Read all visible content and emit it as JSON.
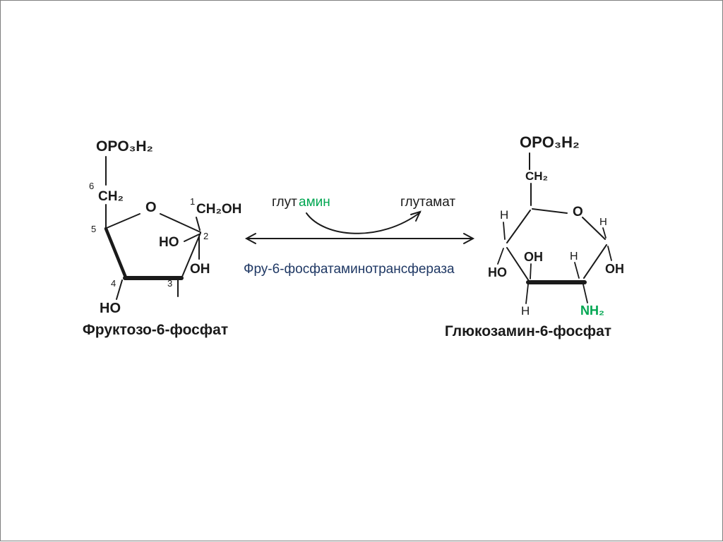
{
  "reaction": {
    "enzyme_label": "Фру-6-фосфатаминотрансфераза",
    "cofactor_in_black": "глут",
    "cofactor_in_green": "амин",
    "cofactor_out": "глутамат"
  },
  "fructose": {
    "compound_label": "Фруктозо-6-фосфат",
    "phosphate": "OPO₃H₂",
    "ch2": "CH₂",
    "ring_o": "O",
    "ch2oh": "CH₂OH",
    "ho_upper": "HO",
    "oh_right": "OH",
    "ho_bottom": "HO",
    "num1": "1",
    "num2": "2",
    "num3": "3",
    "num4": "4",
    "num5": "5",
    "num6": "6"
  },
  "glucosamine": {
    "compound_label": "Глюкозамин-6-фосфат",
    "phosphate": "OPO₃H₂",
    "ch2": "CH₂",
    "ring_o": "O",
    "h": "H",
    "ho_left": "HO",
    "oh_c3": "OH",
    "oh_c1": "OH",
    "nh2": "NH₂"
  },
  "colors": {
    "ink": "#1a1a1a",
    "green": "#00a651",
    "enzyme_text": "#1f3864"
  }
}
